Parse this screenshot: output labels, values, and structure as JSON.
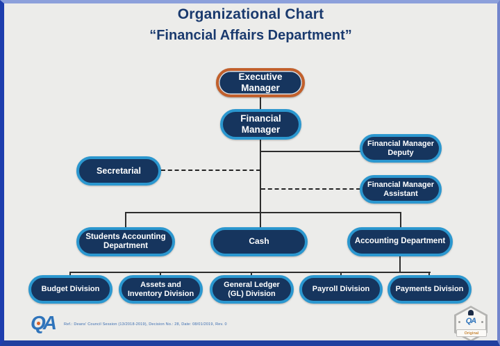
{
  "header": {
    "title": "Organizational Chart",
    "subtitle": "“Financial Affairs Department”"
  },
  "nodes": {
    "executive_manager": {
      "label": "Executive Manager"
    },
    "financial_manager": {
      "label": "Financial Manager"
    },
    "financial_manager_deputy": {
      "label": "Financial Manager Deputy"
    },
    "secretarial": {
      "label": "Secretarial"
    },
    "financial_manager_assistant": {
      "label": "Financial Manager Assistant"
    },
    "students_accounting_department": {
      "label": "Students Accounting Department"
    },
    "cash": {
      "label": "Cash"
    },
    "accounting_department": {
      "label": "Accounting Department"
    },
    "budget_division": {
      "label": "Budget Division"
    },
    "assets_and_inventory_division": {
      "label": "Assets and Inventory Division"
    },
    "general_ledger_division": {
      "label": "General Ledger (GL) Division"
    },
    "payroll_division": {
      "label": "Payroll Division"
    },
    "payments_division": {
      "label": "Payments Division"
    }
  },
  "footer": {
    "logo_text": "QA",
    "reference_text": "Ref.: Deans' Council Session (13/2018-2019), Decision No.: 28, Date: 08/01/2019, Rev. 0",
    "seal": {
      "label": "QA",
      "banner": "Original"
    }
  },
  "colors": {
    "node_fill": "#16355e",
    "node_border_blue": "#2b97cf",
    "executive_border_orange": "#c2602c",
    "title_navy": "#1a3a6e",
    "connector": "#2d2d2d",
    "background": "#ececea"
  }
}
